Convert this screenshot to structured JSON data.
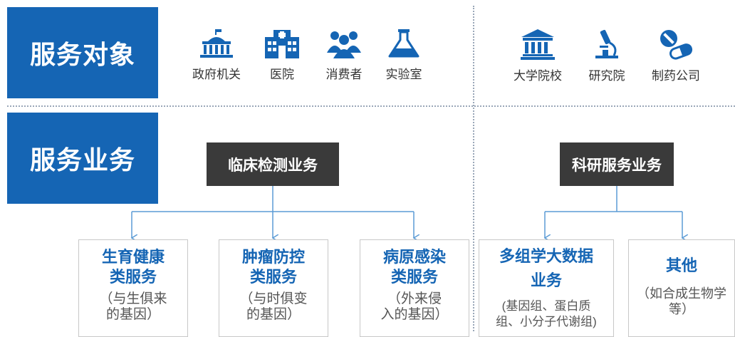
{
  "sections": {
    "objects_title": "服务对象",
    "business_title": "服务业务"
  },
  "objects_left": [
    {
      "label": "政府机关",
      "icon": "government-building-icon"
    },
    {
      "label": "医院",
      "icon": "hospital-icon"
    },
    {
      "label": "消费者",
      "icon": "consumers-group-icon"
    },
    {
      "label": "实验室",
      "icon": "flask-icon"
    }
  ],
  "objects_right": [
    {
      "label": "大学院校",
      "icon": "university-icon"
    },
    {
      "label": "研究院",
      "icon": "microscope-icon"
    },
    {
      "label": "制药公司",
      "icon": "pill-capsule-icon"
    }
  ],
  "clinical": {
    "title": "临床检测业务",
    "cards": [
      {
        "title": "生育健康\n类服务",
        "sub": "（与生俱来\n的基因）"
      },
      {
        "title": "肿瘤防控\n类服务",
        "sub": "（与时俱变\n的基因）"
      },
      {
        "title": "病原感染\n类服务",
        "sub": "（外来侵\n入的基因）"
      }
    ]
  },
  "research": {
    "title": "科研服务业务",
    "cards": [
      {
        "title": "多组学大数据\n业务",
        "sub": "(基因组、蛋白质\n组、小分子代谢组)"
      },
      {
        "title": "其他",
        "sub": "（如合成生物学\n等）"
      }
    ]
  },
  "colors": {
    "brand_blue": "#1565b4",
    "dark_box": "#3a3a3a",
    "connector": "#5b9bd5"
  }
}
